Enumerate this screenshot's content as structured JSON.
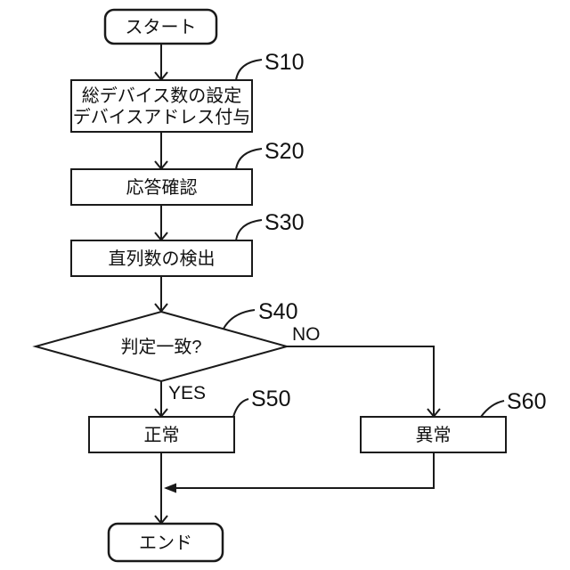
{
  "diagram": {
    "type": "flowchart",
    "background_color": "#ffffff",
    "line_color": "#1a1a1a",
    "nodes": {
      "start": {
        "shape": "rounded-terminal",
        "label": "スタート"
      },
      "s10": {
        "shape": "process",
        "step": "S10",
        "label_line1": "総デバイス数の設定",
        "label_line2": "デバイスアドレス付与"
      },
      "s20": {
        "shape": "process",
        "step": "S20",
        "label": "応答確認"
      },
      "s30": {
        "shape": "process",
        "step": "S30",
        "label": "直列数の検出"
      },
      "s40": {
        "shape": "decision",
        "step": "S40",
        "label": "判定一致?"
      },
      "s50": {
        "shape": "process",
        "step": "S50",
        "label": "正常"
      },
      "s60": {
        "shape": "process",
        "step": "S60",
        "label": "異常"
      },
      "end": {
        "shape": "rounded-terminal",
        "label": "エンド"
      }
    },
    "branches": {
      "yes_label": "YES",
      "no_label": "NO"
    }
  }
}
